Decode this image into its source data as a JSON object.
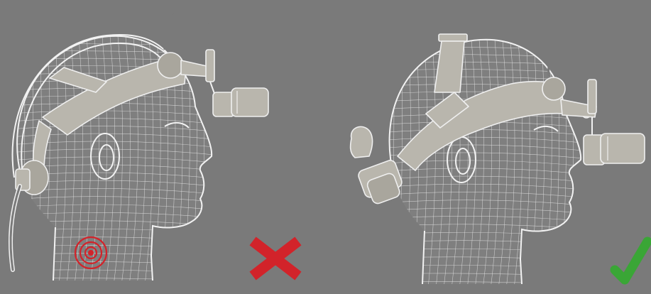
{
  "figure": {
    "panels": [
      {
        "id": "incorrect",
        "verdict": "incorrect",
        "mark": "cross-icon",
        "mark_color": "#d2232a",
        "pressure_marker": "pressure-point-icon",
        "pressure_color": "#d2232a"
      },
      {
        "id": "correct",
        "verdict": "correct",
        "mark": "check-icon",
        "mark_color": "#3aa636"
      }
    ],
    "colors": {
      "background": "#7a7a7a",
      "wireframe": "#e6e6e6",
      "headgear": "#b9b6ad"
    }
  }
}
